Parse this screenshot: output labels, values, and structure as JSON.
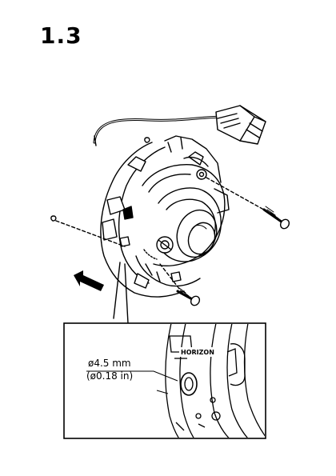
{
  "step": {
    "number": "1.3"
  },
  "detail": {
    "hole_diameter_mm": "ø4.5 mm",
    "hole_diameter_in": "(ø0.18 in)",
    "horizon_label": "HORIZON"
  }
}
